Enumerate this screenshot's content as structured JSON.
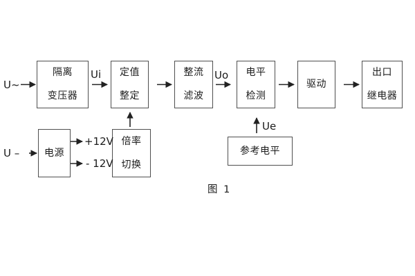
{
  "diagram": {
    "caption": "图 1",
    "blocks": [
      {
        "name": "isolation-transformer",
        "lines": [
          "隔离",
          "变压器"
        ]
      },
      {
        "name": "value-setting",
        "lines": [
          "定值",
          "整定"
        ]
      },
      {
        "name": "rectify-filter",
        "lines": [
          "整流",
          "滤波"
        ]
      },
      {
        "name": "level-detection",
        "lines": [
          "电平",
          "检测"
        ]
      },
      {
        "name": "drive",
        "lines": [
          "驱动"
        ]
      },
      {
        "name": "output-relay",
        "lines": [
          "出口",
          "继电器"
        ]
      },
      {
        "name": "power-supply",
        "lines": [
          "电源"
        ]
      },
      {
        "name": "ratio-switching",
        "lines": [
          "倍率",
          "切换"
        ]
      },
      {
        "name": "reference-level",
        "lines": [
          "参考电平"
        ]
      }
    ],
    "signal_labels": {
      "ac_input": "U~",
      "dc_input": "U –",
      "ui": "Ui",
      "uo": "Uo",
      "ue": "Ue",
      "plus_12v": "+12V",
      "minus_12v": "- 12V"
    },
    "colors": {
      "background": "#ffffff",
      "box_border": "#4e4e4e",
      "line": "#222222",
      "text": "#1c1c1c"
    }
  }
}
